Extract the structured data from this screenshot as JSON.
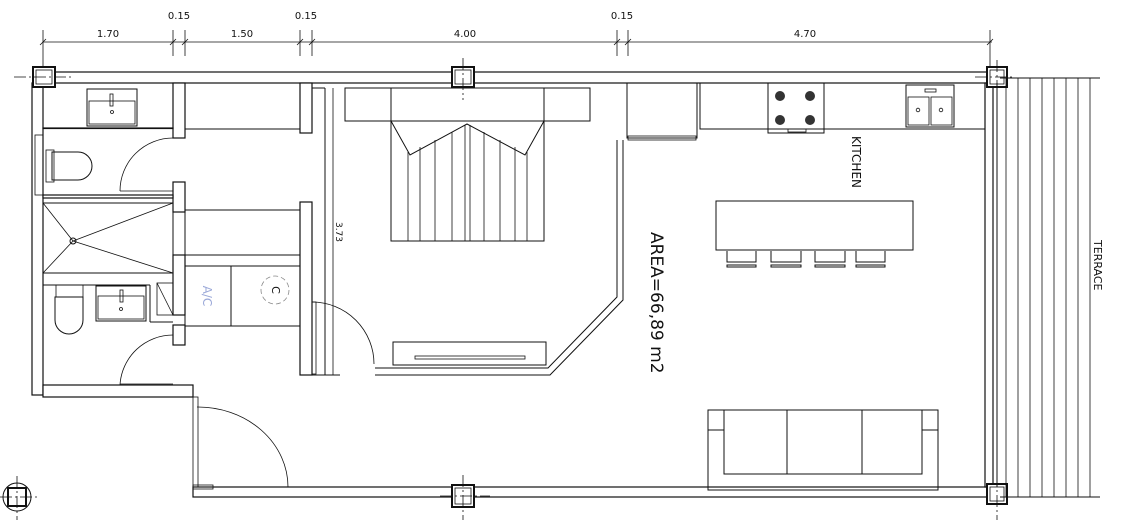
{
  "plan": {
    "dimensions": {
      "d1": "1.70",
      "d2": "0.15",
      "d3": "1.50",
      "d4": "0.15",
      "d5": "4.00",
      "d6": "0.15",
      "d7": "4.70",
      "height": "3.73"
    },
    "labels": {
      "area": "AREA=66,89  m2",
      "kitchen": "KITCHEN",
      "terrace": "TERRACE",
      "ac": "A/C",
      "c": "C"
    },
    "colors": {
      "line": "#111111",
      "ac_text": "#9aa8d8"
    }
  }
}
